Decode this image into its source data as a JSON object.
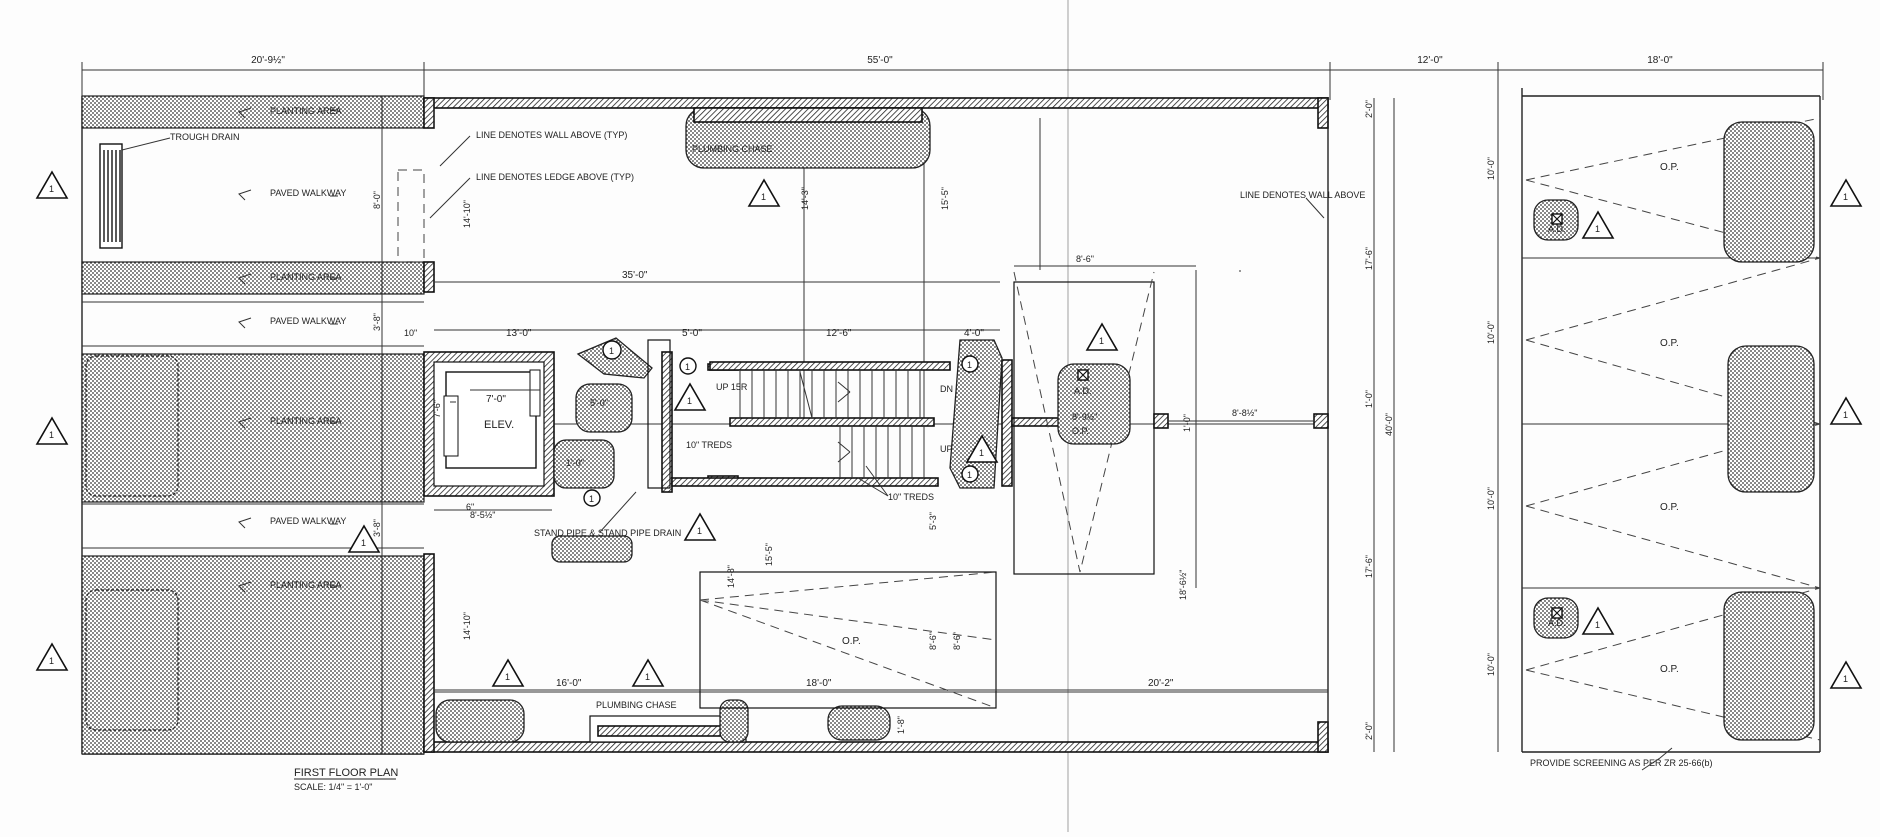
{
  "plan": {
    "title": "FIRST FLOOR PLAN",
    "scale": "SCALE: 1/4\" = 1'-0\"",
    "revision_mark": "1"
  },
  "dimensions": {
    "top_left_width": "20'-9½\"",
    "top_main_width": "55'-0\"",
    "top_right_a": "12'-0\"",
    "top_right_b": "18'-0\"",
    "interior_35": "35'-0\"",
    "d_13": "13'-0\"",
    "d_10in": "10\"",
    "d_5": "5'-0\"",
    "d_12_6": "12'-6\"",
    "d_4": "4'-0\"",
    "d_8_6_top": "8'-6\"",
    "d_7": "7'-0\"",
    "d_7_6": "7'-6\"",
    "d_5_0": "5'-0\"",
    "d_1_0": "1'-0\"",
    "d_8_5half": "8'-5½\"",
    "d_8_9half": "8'-9½\"",
    "d_8_8half": "8'-8½\"",
    "d_1_0_alt": "1'-0\"",
    "d_14_3": "14'-3\"",
    "d_15_5": "15'-5\"",
    "d_14_10_top": "14'-10\"",
    "d_14_10_bot": "14'-10\"",
    "d_8_0": "8'-0\"",
    "d_3_8": "3'-8\"",
    "d_17_6_top": "17'-6\"",
    "d_17_6_bot": "17'-6\"",
    "d_40": "40'-0\"",
    "d_2_0_top": "2'-0\"",
    "d_2_0_bot": "2'-0\"",
    "d_10_a": "10'-0\"",
    "d_10_b": "10'-0\"",
    "d_10_c": "10'-0\"",
    "d_10_d": "10'-0\"",
    "d_16": "16'-0\"",
    "d_18": "18'-0\"",
    "d_20_2": "20'-2\"",
    "d_14_8": "14'-8\"",
    "d_15_5_b": "15'-5\"",
    "d_8_6_b": "8'-6\"",
    "d_8_6_c": "8'-6\"",
    "d_18_6half": "18'-6½\"",
    "d_5_3": "5'-3\"",
    "d_1_8": "1'-8\"",
    "d_6in": "6\""
  },
  "labels": {
    "planting_area": "PLANTING AREA",
    "paved_walkway": "PAVED WALKWAY",
    "trough_drain": "TROUGH DRAIN",
    "wall_above_typ": "LINE DENOTES WALL ABOVE (TYP)",
    "ledge_above_typ": "LINE DENOTES LEDGE ABOVE (TYP)",
    "plumbing_chase": "PLUMBING CHASE",
    "wall_above": "LINE DENOTES WALL ABOVE",
    "elevator": "ELEV.",
    "up_15r": "UP 15R",
    "dn_15r": "DN 15R",
    "up_15r_b": "UP 15R",
    "treds_a": "10\" TREDS",
    "treds_b": "10\" TREDS",
    "standpipe": "STAND PIPE & STAND PIPE DRAIN",
    "area_drain": "A.D.",
    "op": "O.P.",
    "screening": "PROVIDE SCREENING AS PER ZR 25-66(b)"
  }
}
